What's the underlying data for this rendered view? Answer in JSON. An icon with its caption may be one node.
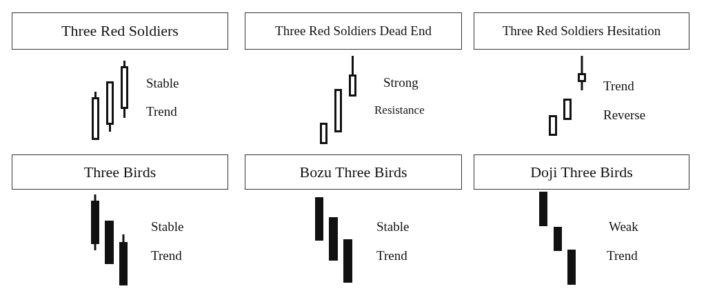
{
  "diagram": {
    "nodes": [
      {
        "text": [
          "Three Red Soldiers"
        ]
      },
      {
        "text": [
          "Three Red Soldiers Dead End"
        ]
      },
      {
        "text": [
          "Three Red Soldiers Hesitation"
        ]
      },
      {
        "text": [
          "Three Birds"
        ]
      },
      {
        "text": [
          "Bozu Three Birds"
        ]
      },
      {
        "text": [
          "Doji Three Birds"
        ]
      }
    ],
    "edges": [],
    "labels": [
      "Stable",
      "Trend",
      "Strong",
      "Resistance",
      "Trend",
      "Reverse",
      "Stable",
      "Trend",
      "Stable",
      "Trend",
      "Weak",
      "Trend"
    ]
  }
}
